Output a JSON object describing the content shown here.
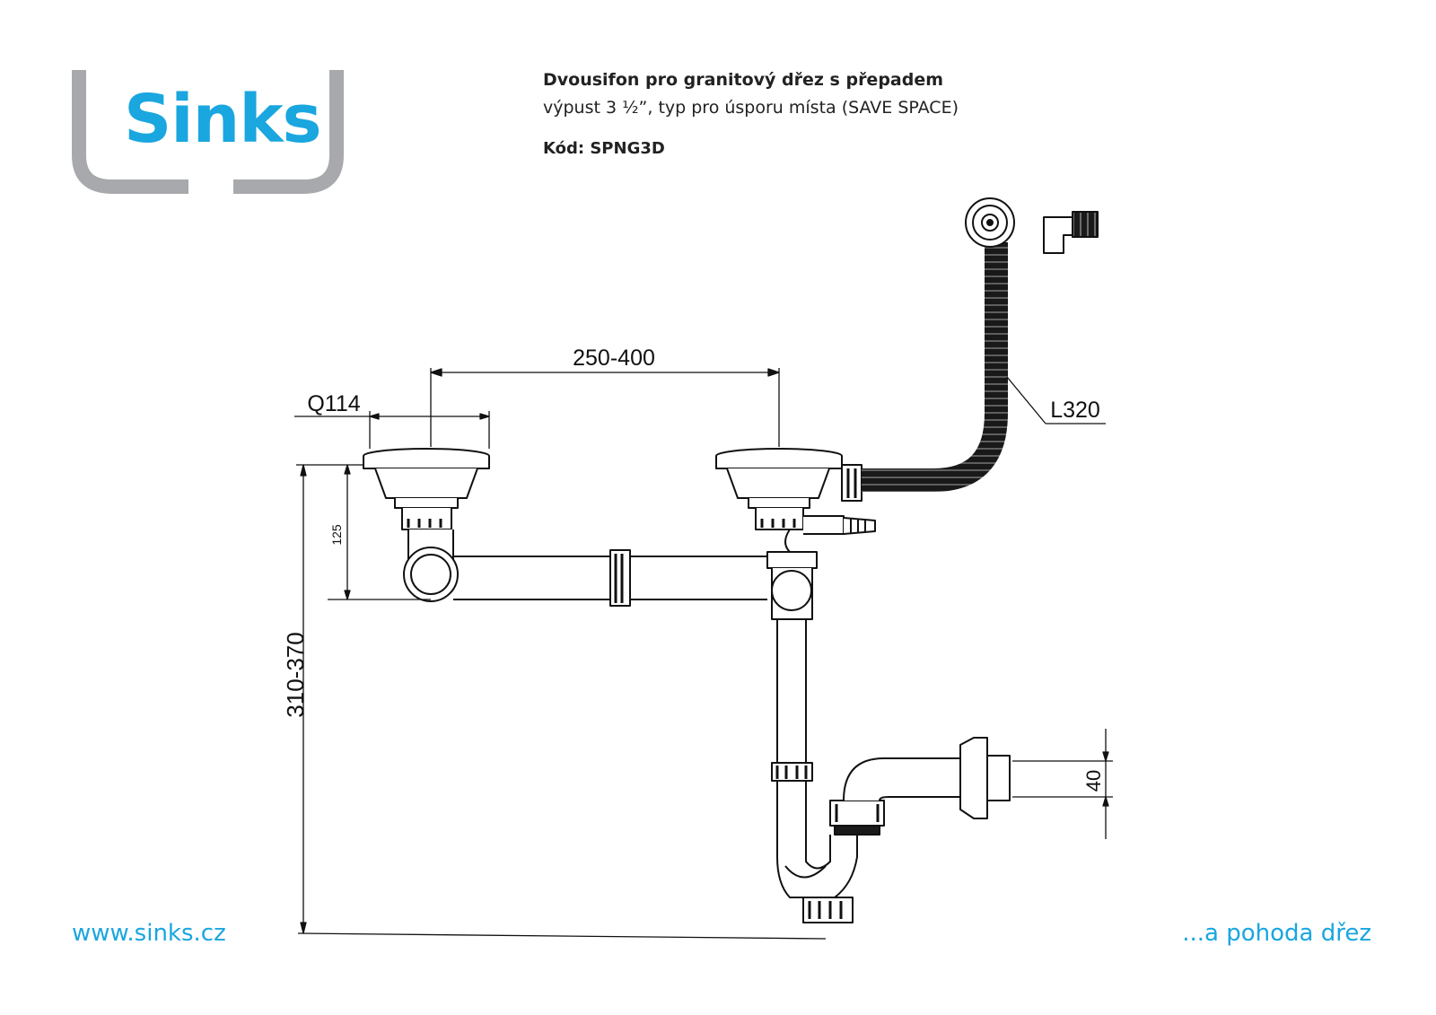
{
  "brand": {
    "logo_text": "Sinks",
    "accent_color": "#1aa6df",
    "frame_color": "#a7a9ac"
  },
  "heading": {
    "title": "Dvousifon pro granitový dřez s přepadem",
    "subtitle": "výpust 3 ½”, typ pro úsporu místa (SAVE SPACE)",
    "code": "Kód: SPNG3D"
  },
  "dimensions": {
    "spacing": "250-400",
    "strainer": "Q114",
    "overflow_hose": "L320",
    "bowl_depth": "125",
    "total_height": "310-370",
    "outlet_height": "40"
  },
  "footer": {
    "website": "www.sinks.cz",
    "slogan": "...a pohoda dřez"
  }
}
